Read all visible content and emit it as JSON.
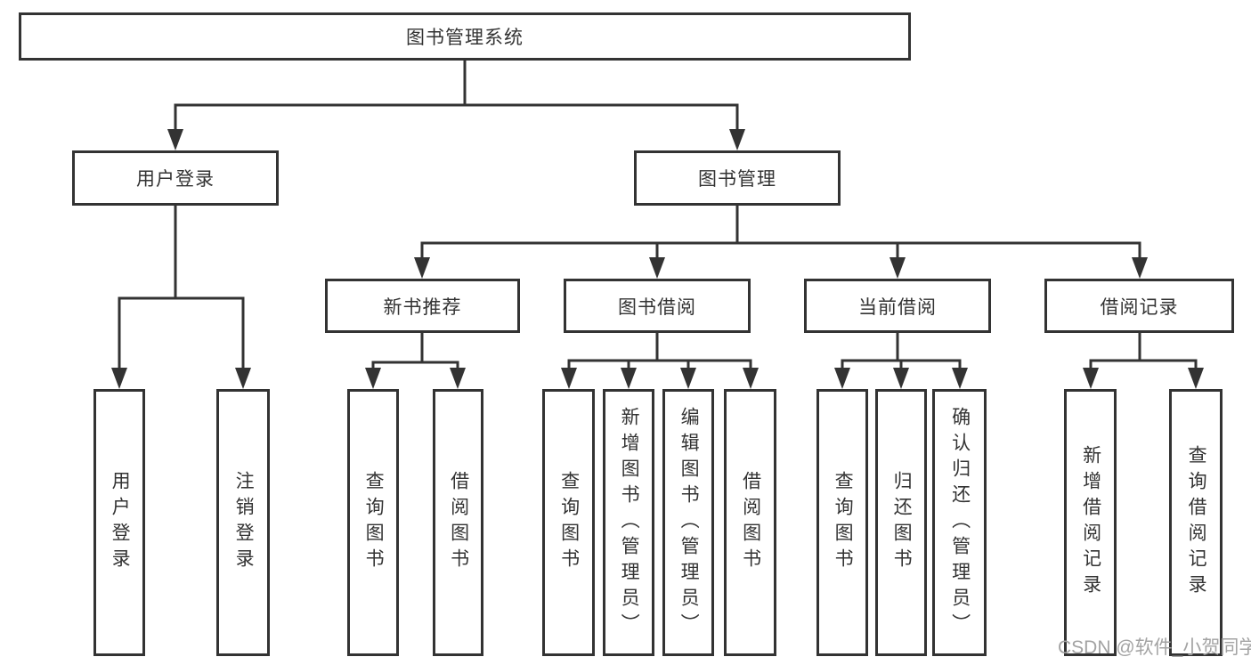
{
  "diagram": {
    "root": {
      "label": "图书管理系统"
    },
    "level2": {
      "user_login": {
        "label": "用户登录"
      },
      "book_mgmt": {
        "label": "图书管理"
      }
    },
    "level3": {
      "new_book_rec": {
        "label": "新书推荐"
      },
      "book_borrow": {
        "label": "图书借阅"
      },
      "current_borrow": {
        "label": "当前借阅"
      },
      "borrow_record": {
        "label": "借阅记录"
      }
    },
    "leaves": {
      "user_login": [
        "用户登录",
        "注销登录"
      ],
      "new_book_rec": [
        "查询图书",
        "借阅图书"
      ],
      "book_borrow": [
        "查询图书",
        "新增图书（管理员）",
        "编辑图书（管理员）",
        "借阅图书"
      ],
      "current_borrow": [
        "查询图书",
        "归还图书",
        "确认归还（管理员）"
      ],
      "borrow_record": [
        "新增借阅记录",
        "查询借阅记录"
      ]
    }
  },
  "watermark": {
    "text": "CSDN @软件_小贺同学"
  },
  "colors": {
    "line": "#333333",
    "background": "#ffffff",
    "text": "#333333",
    "watermark": "#a3a3a3"
  }
}
